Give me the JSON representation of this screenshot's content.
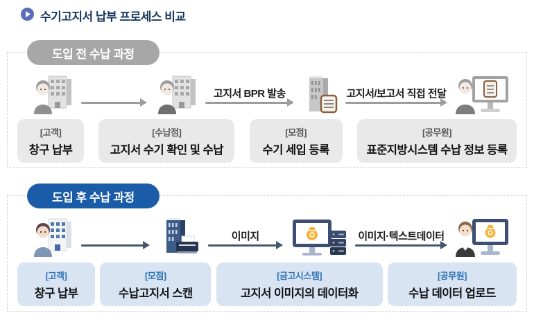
{
  "page": {
    "title": "수기고지서 납부 프로세스 비교"
  },
  "colors": {
    "title_navy": "#17375E",
    "play_icon_blue": "#5B6CB8",
    "pill_gray": "#A7A7A7",
    "pill_blue": "#1A5CA8",
    "step_box_gray": "#E9E9E9",
    "step_box_blue": "#D9E4F3",
    "role_gray": "#595959",
    "role_blue": "#2E74B5",
    "arrow_gray": "#9C9C9C",
    "arrow_navy": "#44566F",
    "border_dot": "#C8C8C8"
  },
  "sections": [
    {
      "header": "도입 전 수납 과정",
      "arrows": [
        {
          "label": ""
        },
        {
          "label": "고지서 BPR 발송"
        },
        {
          "label": "고지서/보고서 직접 전달"
        }
      ],
      "steps": [
        {
          "role": "[고객]",
          "action": "창구 납부",
          "icon": "customer-building-icon"
        },
        {
          "role": "[수납점]",
          "action": "고지서 수기 확인 및 수납",
          "icon": "clerk-building-icon"
        },
        {
          "role": "[모점]",
          "action": "수기 세입 등록",
          "icon": "building-document-icon"
        },
        {
          "role": "[공무원]",
          "action": "표준지방시스템 수납 정보 등록",
          "icon": "official-monitor-icon"
        }
      ]
    },
    {
      "header": "도입 후 수납 과정",
      "arrows": [
        {
          "label": ""
        },
        {
          "label": "이미지"
        },
        {
          "label": "이미지·텍스트데이터"
        }
      ],
      "steps": [
        {
          "role": "[고객]",
          "action": "창구 납부",
          "icon": "customer-building-icon"
        },
        {
          "role": "[모점]",
          "action": "수납고지서 스캔",
          "icon": "building-scanner-icon"
        },
        {
          "role": "[금고시스템]",
          "action": "고지서 이미지의 데이터화",
          "icon": "monitor-server-icon"
        },
        {
          "role": "[공무원]",
          "action": "수납 데이터 업로드",
          "icon": "official-monitor-icon"
        }
      ]
    }
  ]
}
